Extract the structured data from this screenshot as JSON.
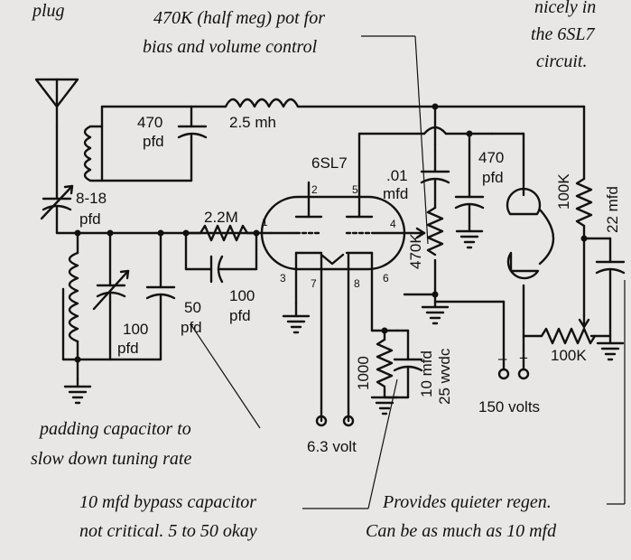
{
  "captions": {
    "top_fragment": "plug",
    "pot_note_line1": "470K (half meg) pot for",
    "pot_note_line2": "bias and volume control",
    "corner_line1": "nicely in",
    "corner_line2": "the 6SL7",
    "corner_line3": "circuit.",
    "padding_line1": "padding capacitor to",
    "padding_line2": "slow down tuning rate",
    "bypass_line1": "10 mfd bypass capacitor",
    "bypass_line2": "not critical. 5 to 50 okay",
    "regen_line1": "Provides quieter regen.",
    "regen_line2": "Can be as much as 10 mfd"
  },
  "components": {
    "c_470_top_value": "470",
    "c_470_top_unit": "pfd",
    "inductor": "2.5 mh",
    "tube": "6SL7",
    "c_01_value": ".01",
    "c_01_unit": "mfd",
    "c_470_right_value": "470",
    "c_470_right_unit": "pfd",
    "r_100k": "100K",
    "c_22": "22 mfd",
    "c_8_18_value": "8-18",
    "c_8_18_unit": "pfd",
    "r_2_2m": "2.2M",
    "c_100_grid_value": "100",
    "c_100_grid_unit": "pfd",
    "pot_470k": "470K",
    "c_100_tune_value": "100",
    "c_100_tune_unit": "pfd",
    "c_50_value": "50",
    "c_50_unit": "pfd",
    "r_1000": "1000",
    "c_10mfd_line1": "10 mfd",
    "c_10mfd_line2": "25 wvdc",
    "pot_100k": "100K",
    "supply": "150 volts",
    "supply_minus": "–",
    "supply_plus": "+",
    "heater": "6.3 volt"
  },
  "pins": {
    "p1": "1",
    "p2": "2",
    "p3": "3",
    "p4": "4",
    "p5": "5",
    "p6": "6",
    "p7": "7",
    "p8": "8"
  }
}
